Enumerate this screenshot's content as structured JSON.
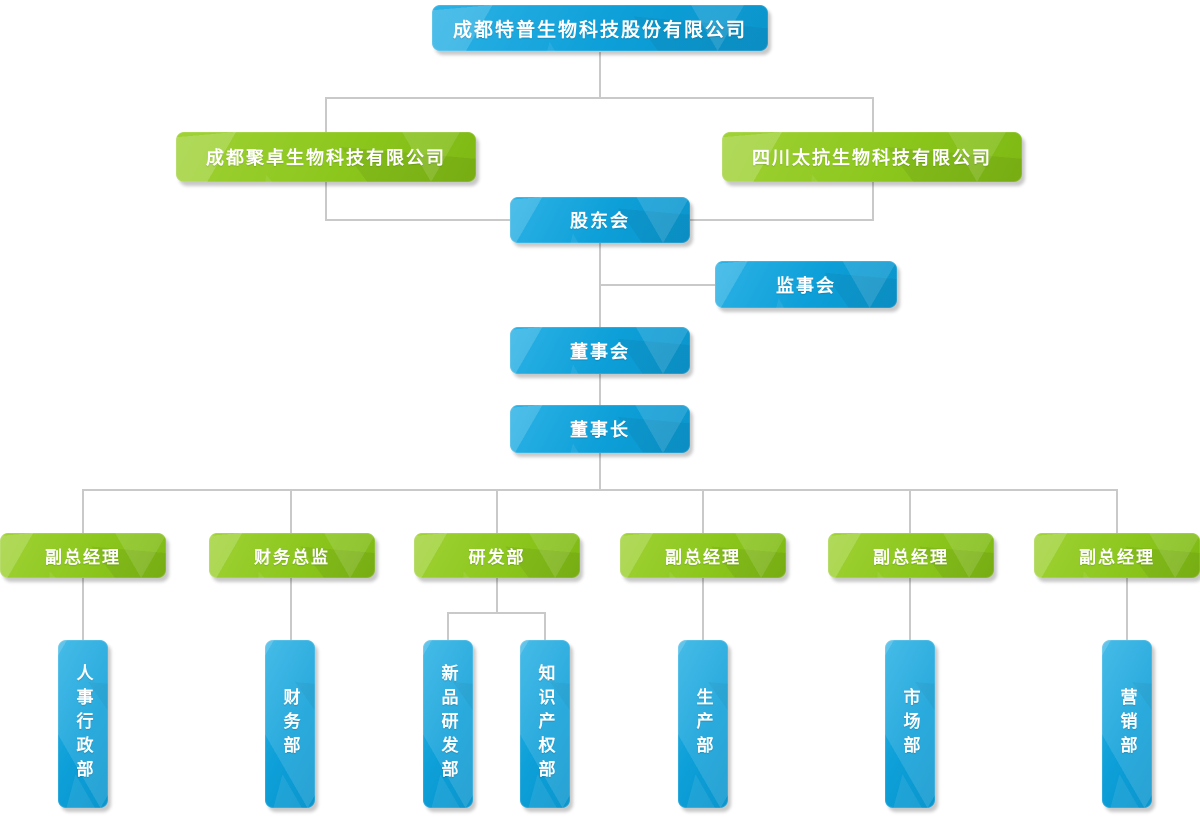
{
  "org_chart": {
    "title": "成都特普生物科技股份有限公司",
    "colors": {
      "node_blue": "#0d9fd8",
      "node_green": "#8cc71d",
      "connector_gray": "#c9c9c9",
      "text": "#ffffff"
    },
    "nodes": {
      "root": "成都特普生物科技股份有限公司",
      "subsidiary_left": "成都聚卓生物科技有限公司",
      "subsidiary_right": "四川太抗生物科技有限公司",
      "shareholders": "股东会",
      "supervisors": "监事会",
      "board": "董事会",
      "chairman": "董事长",
      "managers": [
        "副总经理",
        "财务总监",
        "研发部",
        "副总经理",
        "副总经理",
        "副总经理"
      ],
      "departments": [
        "人事行政部",
        "财务部",
        "新品研发部",
        "知识产权部",
        "生产部",
        "市场部",
        "营销部"
      ]
    }
  }
}
